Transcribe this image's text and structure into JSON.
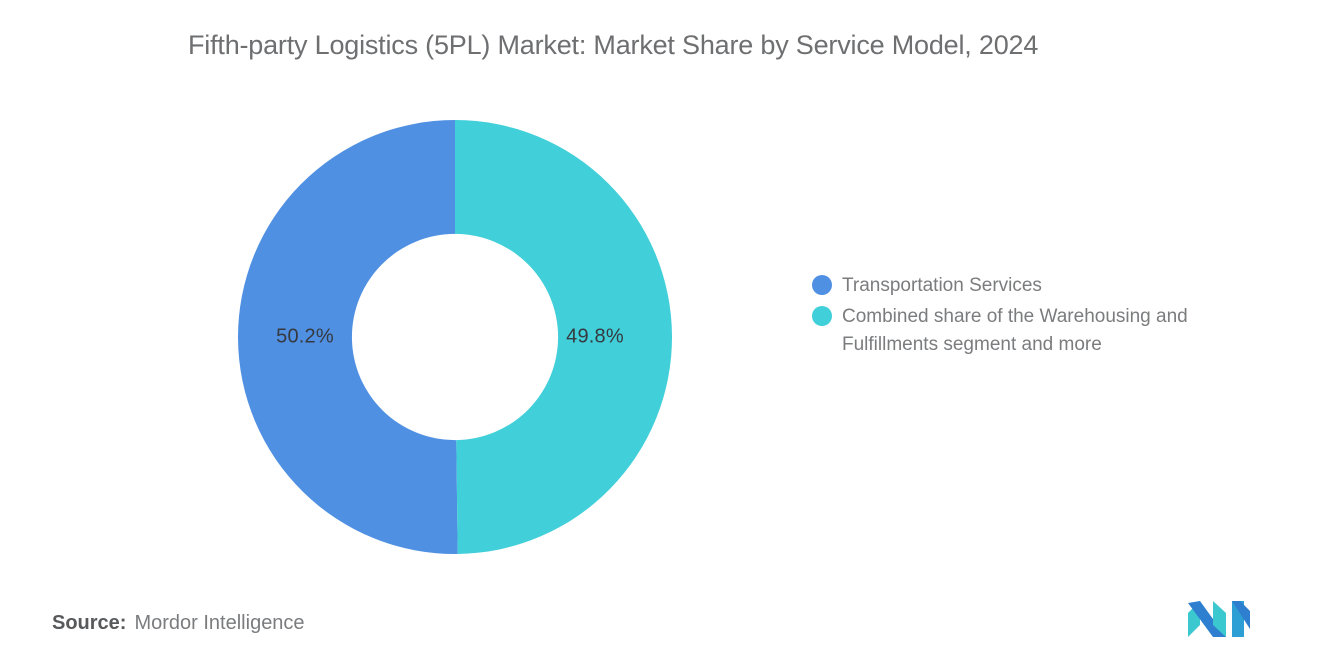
{
  "title": "Fifth-party Logistics (5PL) Market: Market Share by Service Model, 2024",
  "chart_data": {
    "type": "pie",
    "variant": "donut",
    "title": "Fifth-party Logistics (5PL) Market: Market Share by Service Model, 2024",
    "categories": [
      "Transportation Services",
      "Combined share of the Warehousing and Fulfillments segment and more"
    ],
    "values": [
      50.2,
      49.8
    ],
    "value_labels": [
      "50.2%",
      "49.8%"
    ],
    "unit": "%",
    "total": 100.0,
    "colors": [
      "#5090e3",
      "#41cfd9"
    ],
    "start_angle_deg": 0,
    "direction": "counterclockwise",
    "inner_radius_ratio": 0.475,
    "legend_position": "right",
    "grid": false,
    "xlabel": "",
    "ylabel": ""
  },
  "legend": {
    "items": [
      {
        "label": "Transportation Services",
        "color": "#5090e3"
      },
      {
        "label": "Combined share of the Warehousing and Fulfillments segment and more",
        "color": "#41cfd9"
      }
    ]
  },
  "footer": {
    "source_label": "Source:",
    "source_value": "Mordor Intelligence"
  },
  "branding": {
    "logo_name": "mordor-intelligence-logo",
    "logo_colors": [
      "#2e9fd4",
      "#3bc8cf",
      "#2f7fd0"
    ]
  }
}
